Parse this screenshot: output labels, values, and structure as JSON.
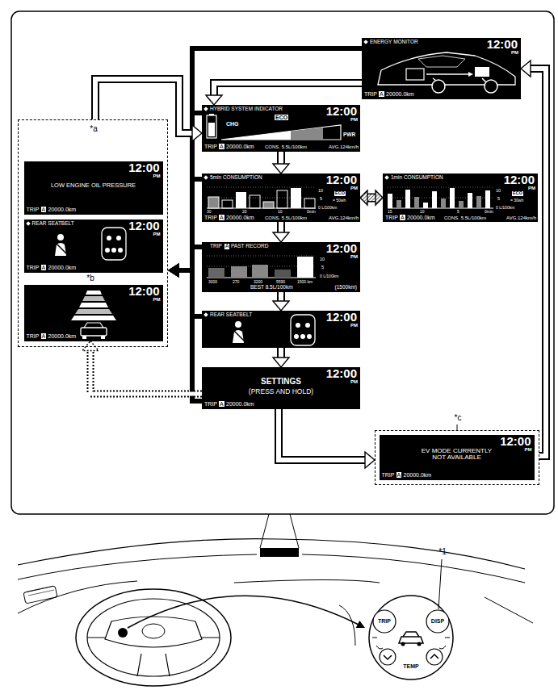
{
  "diagram": {
    "nodes": [
      {
        "text": [
          "ENERGY MONITOR",
          "12:00",
          "PM",
          "TRIP",
          "A",
          "20000.0km"
        ]
      },
      {
        "text": [
          "HYBRID SYSTEM INDICATOR",
          "12:00",
          "PM",
          "CHG",
          "ECO",
          "PWR",
          "TRIP",
          "A",
          "20000.0km",
          "CONS. 5.5L/100km",
          "AVG.124km/h"
        ]
      },
      {
        "text": [
          "5min CONSUMPTION",
          "12:00",
          "PM",
          "10",
          "5",
          "ECO",
          "= 50wh",
          "0 L/100km",
          "30",
          "20",
          "10",
          "0min",
          "TRIP",
          "A",
          "20000.0km",
          "CONS. 5.5L/100km",
          "AVG.124km/h"
        ]
      },
      {
        "text": [
          "1min CONSUMPTION",
          "12:00",
          "PM",
          "10",
          "5",
          "ECO",
          "= 30wh",
          "0 L/100km",
          "15",
          "10",
          "5",
          "0min",
          "TRIP",
          "A",
          "20000.0km",
          "CONS. 5.5L/100km",
          "AVG.124km/h"
        ]
      },
      {
        "text": [
          "TRIP",
          "A",
          "PAST RECORD",
          "12:00",
          "PM",
          "10",
          "5",
          "0 L/100km",
          "3000",
          "270",
          "3200",
          "5590",
          "1500 km",
          "BEST 8.5L/100km",
          "(1500km)"
        ]
      },
      {
        "text": [
          "REAR SEATBELT",
          "12:00",
          "PM"
        ]
      },
      {
        "text": [
          "SETTINGS",
          "(PRESS AND HOLD)",
          "12:00",
          "PM",
          "TRIP",
          "A",
          "20000.0km"
        ]
      },
      {
        "text": [
          "*a"
        ]
      },
      {
        "text": [
          "LOW ENGINE OIL PRESSURE",
          "12:00",
          "PM",
          "TRIP",
          "A",
          "20000.0km"
        ],
        "in": 7
      },
      {
        "text": [
          "REAR SEATBELT",
          "12:00",
          "PM",
          "TRIP",
          "A",
          "20000.0km"
        ],
        "in": 7
      },
      {
        "text": [
          "12:00",
          "PM",
          "TRIP",
          "A",
          "20000.0km"
        ],
        "in": 7
      },
      {
        "text": [
          "*c"
        ]
      },
      {
        "text": [
          "EV MODE CURRENTLY NOT AVAILABLE",
          "12:00",
          "PM",
          "TRIP",
          "A",
          "20000.0km"
        ],
        "in": 11
      }
    ],
    "edges": [
      {
        "from": 0,
        "to": 1,
        "arrow": "to"
      },
      {
        "from": 1,
        "to": 2,
        "arrow": "to"
      },
      {
        "from": 2,
        "to": 4,
        "arrow": "to"
      },
      {
        "from": 4,
        "to": 5,
        "arrow": "to"
      },
      {
        "from": 5,
        "to": 6,
        "arrow": "to"
      },
      {
        "from": 2,
        "to": 3,
        "arrow": "both"
      },
      {
        "from": 6,
        "to": 11,
        "arrow": "to"
      },
      {
        "from": 11,
        "to": 0,
        "arrow": "to"
      },
      {
        "from": 7,
        "to": 1,
        "arrow": "to"
      },
      {
        "from": 0,
        "to": 7,
        "arrow": "to"
      },
      {
        "from": 1,
        "to": 7,
        "arrow": "to"
      },
      {
        "from": 2,
        "to": 7,
        "arrow": "to"
      },
      {
        "from": 4,
        "to": 7,
        "arrow": "to"
      },
      {
        "from": 5,
        "to": 7,
        "arrow": "to"
      },
      {
        "from": 6,
        "to": 7,
        "arrow": "to"
      },
      {
        "from": 6,
        "to": 10,
        "arrow": "to"
      }
    ],
    "labels": [
      "*b",
      "TRIP",
      "DISP",
      "TEMP",
      "*1"
    ]
  }
}
